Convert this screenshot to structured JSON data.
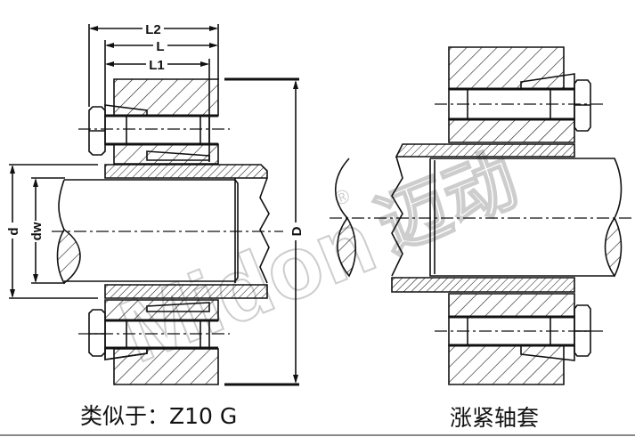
{
  "left_drawing": {
    "caption": "类似于：Z10  G",
    "dimensions": {
      "L2": "L2",
      "L": "L",
      "L1": "L1",
      "d": "d",
      "dw": "dw",
      "D": "D"
    }
  },
  "right_drawing": {
    "caption": "涨紧轴套"
  },
  "watermark": {
    "text": "Midon",
    "mark": "®",
    "cn": "迈动"
  },
  "colors": {
    "line": "#111111",
    "watermark": "#c8c8c8",
    "bottom_rule": "#888888"
  }
}
